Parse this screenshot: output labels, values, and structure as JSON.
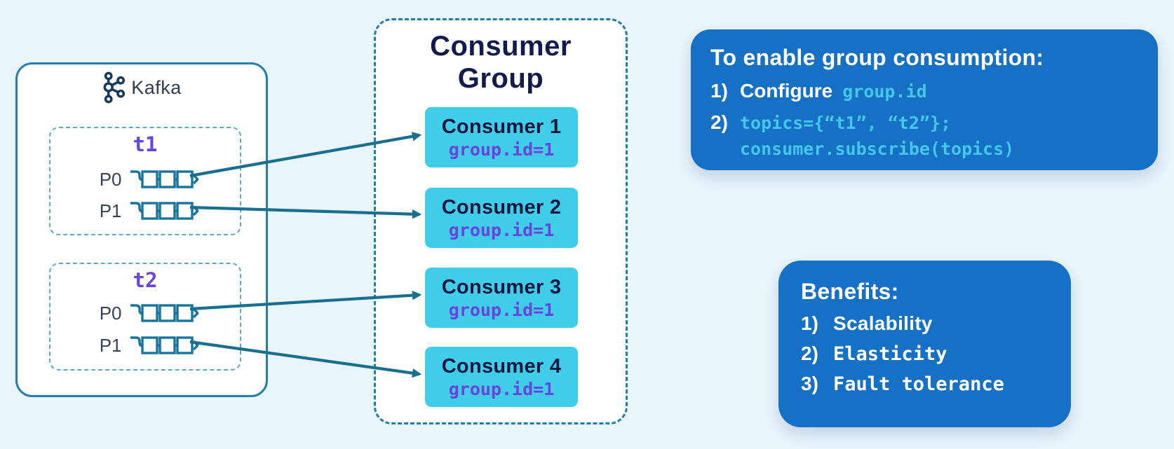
{
  "colors": {
    "background": "#e9f4fb",
    "panel_border": "#2280ab",
    "topic_dashed_border": "#5ba9c9",
    "group_dashed_border": "#1d7fae",
    "arrow": "#19708e",
    "consumer_card_fill": "#3fcdea",
    "navy_text": "#131b4d",
    "purple_code": "#6546dc",
    "callout_blue": "#1670c4",
    "code_cyan": "#45c6ea"
  },
  "kafka": {
    "brand": "Kafka",
    "topics": [
      {
        "name": "t1",
        "partitions": [
          "P0",
          "P1"
        ]
      },
      {
        "name": "t2",
        "partitions": [
          "P0",
          "P1"
        ]
      }
    ]
  },
  "consumer_group": {
    "title": "Consumer Group",
    "consumers": [
      {
        "name": "Consumer 1",
        "config": "group.id=1"
      },
      {
        "name": "Consumer 2",
        "config": "group.id=1"
      },
      {
        "name": "Consumer 3",
        "config": "group.id=1"
      },
      {
        "name": "Consumer 4",
        "config": "group.id=1"
      }
    ]
  },
  "enable_box": {
    "title": "To enable group consumption:",
    "step1": {
      "num": "1)",
      "label": "Configure",
      "code": "group.id"
    },
    "step2": {
      "num": "2)",
      "code_line1": "topics={“t1”, “t2”};",
      "code_line2": "consumer.subscribe(topics)"
    }
  },
  "benefits_box": {
    "title": "Benefits:",
    "items": [
      {
        "num": "1)",
        "label": "Scalability"
      },
      {
        "num": "2)",
        "label": "Elasticity"
      },
      {
        "num": "3)",
        "label": "Fault tolerance"
      }
    ]
  }
}
